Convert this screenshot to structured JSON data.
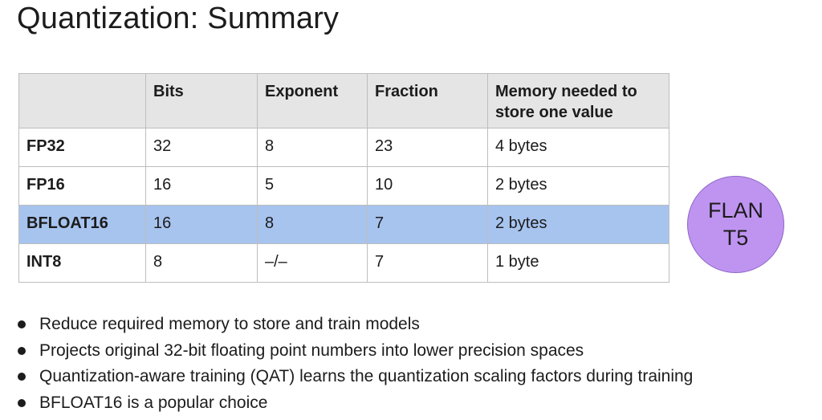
{
  "slide": {
    "title": "Quantization: Summary",
    "bullets": [
      "Reduce required memory to store and train models",
      "Projects original 32-bit floating point numbers into lower precision spaces",
      "Quantization-aware training (QAT) learns the quantization scaling factors during training",
      "BFLOAT16 is a popular choice"
    ],
    "badge": {
      "line1": "FLAN",
      "line2": "T5"
    }
  },
  "table": {
    "headers": [
      "",
      "Bits",
      "Exponent",
      "Fraction",
      "Memory needed to store one value"
    ],
    "rows": [
      {
        "cells": [
          "FP32",
          "32",
          "8",
          "23",
          "4 bytes"
        ],
        "highlighted": false
      },
      {
        "cells": [
          "FP16",
          "16",
          "5",
          "10",
          "2 bytes"
        ],
        "highlighted": false
      },
      {
        "cells": [
          "BFLOAT16",
          "16",
          "8",
          "7",
          "2 bytes"
        ],
        "highlighted": true
      },
      {
        "cells": [
          "INT8",
          "8",
          "–/–",
          "7",
          "1 byte"
        ],
        "highlighted": false
      }
    ]
  },
  "colors": {
    "bg": "#ffffff",
    "text": "#1c1c1c",
    "border": "#bdbdbd",
    "headerbg": "#e5e5e5",
    "highlight": "#a7c4ef",
    "badgefill": "#bf94f1",
    "badgeborder": "#8d65c6"
  }
}
